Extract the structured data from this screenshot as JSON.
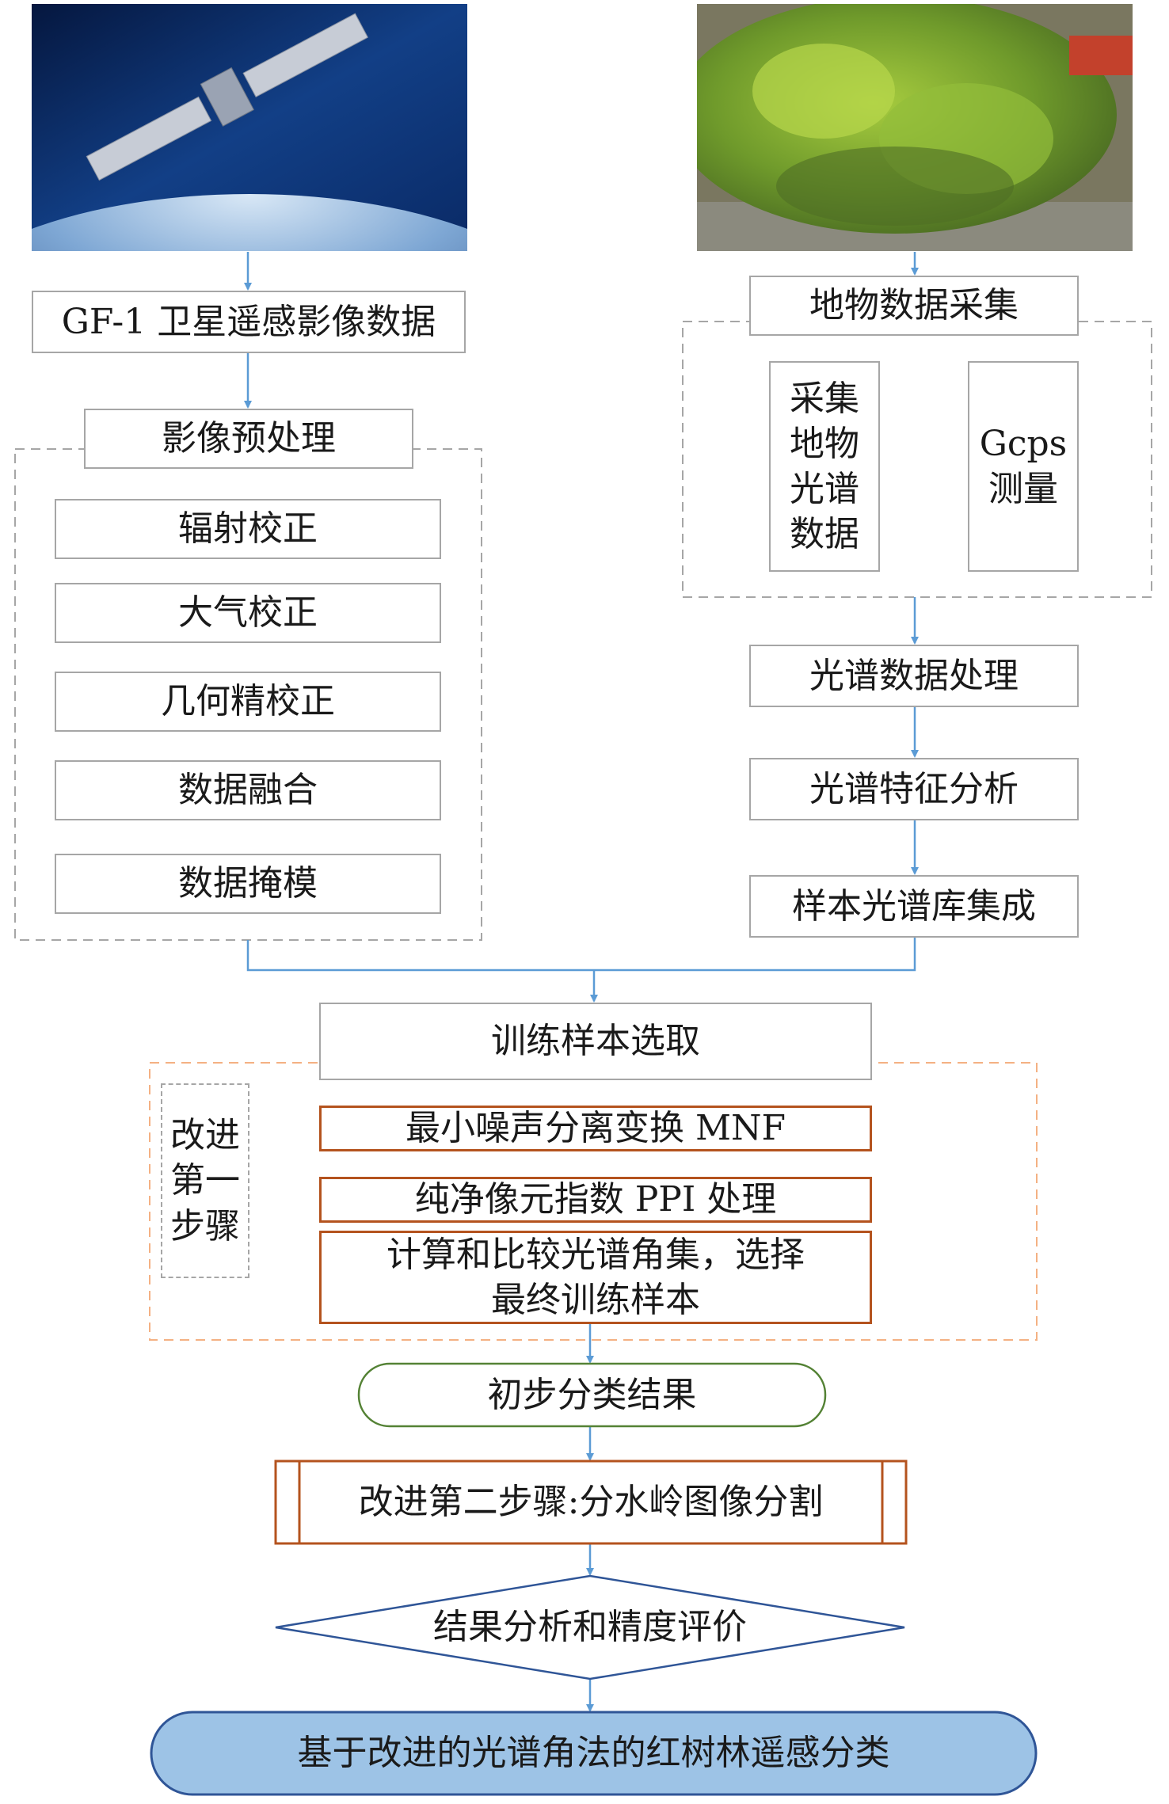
{
  "left": {
    "source": "GF-1 卫星遥感影像数据",
    "preprocess_title": "影像预处理",
    "steps": [
      "辐射校正",
      "大气校正",
      "几何精校正",
      "数据融合",
      "数据掩模"
    ]
  },
  "right": {
    "collect_title": "地物数据采集",
    "spectra_lines": [
      "采集",
      "地物",
      "光谱",
      "数据"
    ],
    "gcps_lines": [
      "Gcps",
      "测量"
    ],
    "steps": [
      "光谱数据处理",
      "光谱特征分析",
      "样本光谱库集成"
    ]
  },
  "training": {
    "title": "训练样本选取",
    "improve_lines": [
      "改进",
      "第一",
      "步骤"
    ],
    "mnf": "最小噪声分离变换 MNF",
    "ppi": "纯净像元指数 PPI 处理",
    "sam_lines": [
      "计算和比较光谱角集，选择",
      "最终训练样本"
    ]
  },
  "bottom": {
    "initial": "初步分类结果",
    "step2": "改进第二步骤:分水岭图像分割",
    "eval": "结果分析和精度评价",
    "final": "基于改进的光谱角法的红树林遥感分类"
  },
  "colors": {
    "arrow": "#5b9bd5",
    "gray_border": "#a6a6a6",
    "orange_border": "#b4531e",
    "dash_orange": "#f4b183",
    "initial_border": "#548235",
    "final_fill": "#9dc3e6",
    "final_border": "#2f5597"
  }
}
